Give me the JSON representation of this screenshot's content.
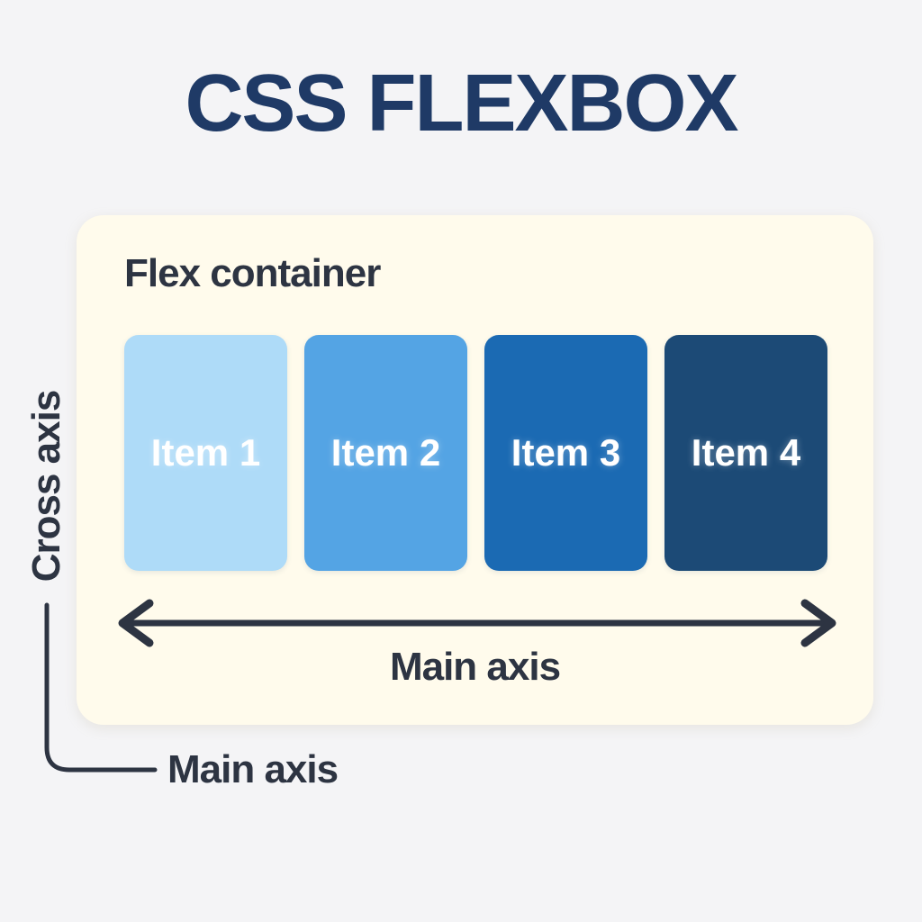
{
  "page": {
    "background": "#f4f4f6"
  },
  "title": {
    "text": "CSS FLEXBOX",
    "color": "#1f3a66"
  },
  "flex_container": {
    "label": "Flex container",
    "background": "#fffbec"
  },
  "items": [
    {
      "label": "Item 1",
      "color": "#aedbf8"
    },
    {
      "label": "Item 2",
      "color": "#54a4e4"
    },
    {
      "label": "Item 3",
      "color": "#1b6ab3"
    },
    {
      "label": "Item 4",
      "color": "#1c4a76"
    }
  ],
  "main_axis": {
    "label": "Main axis"
  },
  "cross_axis": {
    "label": "Cross axis"
  },
  "main_axis_callout": {
    "label": "Main axis"
  },
  "diagram_colors": {
    "line": "#2d3442",
    "text": "#2d3442",
    "item_text": "#ffffff"
  }
}
